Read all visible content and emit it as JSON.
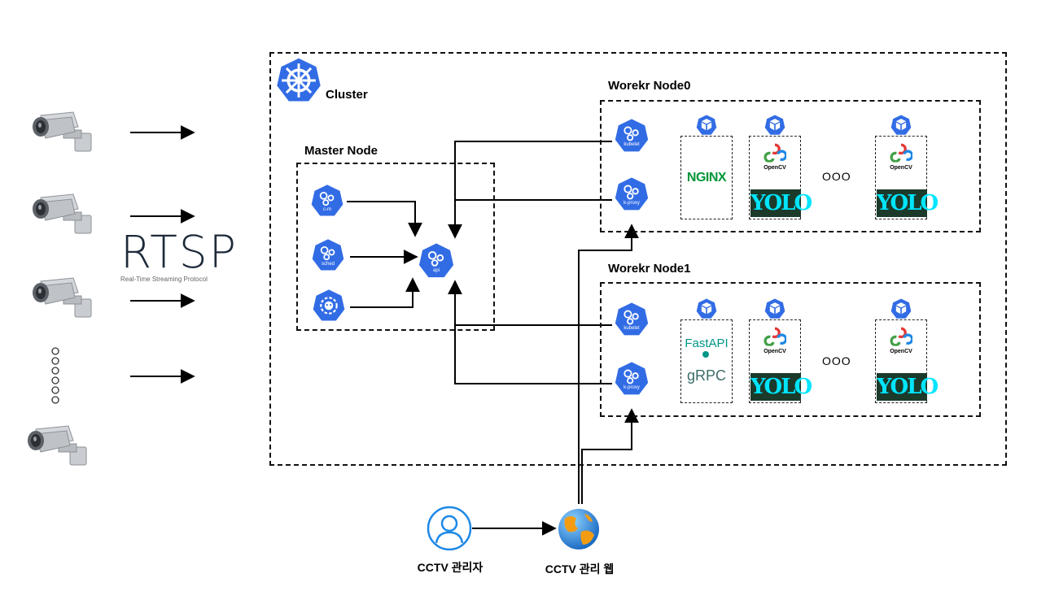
{
  "cluster": {
    "title": "Cluster"
  },
  "master": {
    "title": "Master Node",
    "components": [
      {
        "label": "c-m"
      },
      {
        "label": "sched"
      },
      {
        "label": ""
      }
    ],
    "api_label": "api"
  },
  "worker0": {
    "title": "Worekr Node0",
    "kubelet_label": "kubelet",
    "kproxy_label": "k-proxy",
    "pod_label": "Pod",
    "nginx_text": "NGINX",
    "opencv_text": "OpenCV",
    "yolo_text": "YOLO",
    "ellipsis": "OOO"
  },
  "worker1": {
    "title": "Worekr Node1",
    "kubelet_label": "kubelet",
    "kproxy_label": "k-proxy",
    "pod_label": "Pod",
    "fastapi_text": "FastAPI",
    "grpc_text": "gRPC",
    "opencv_text": "OpenCV",
    "yolo_text": "YOLO",
    "ellipsis": "OOO"
  },
  "rtsp": {
    "title": "RTSP",
    "subtitle": "Real-Time Streaming Protocol"
  },
  "admin": {
    "label": "CCTV 관리자"
  },
  "web": {
    "label": "CCTV 관리 웹"
  },
  "colors": {
    "k8s_blue": "#326ce5",
    "nginx_green": "#009639",
    "fastapi_teal": "#009688",
    "yolo_dark": "#1b3a2a",
    "yolo_cyan": "#00e5ff"
  }
}
